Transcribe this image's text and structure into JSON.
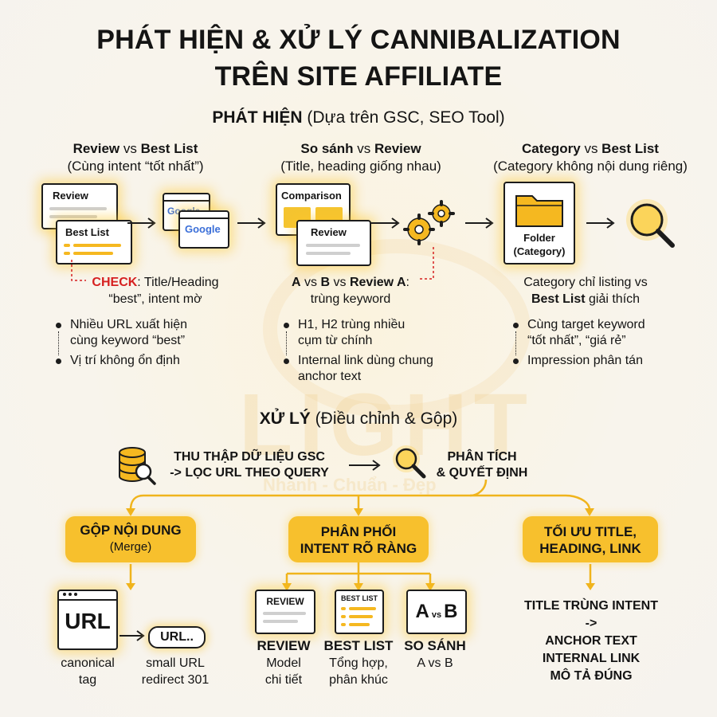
{
  "title_line1": "PHÁT HIỆN & XỬ LÝ CANNIBALIZATION",
  "title_line2": "TRÊN SITE AFFILIATE",
  "detect": {
    "heading": "PHÁT HIỆN",
    "heading_note": "(Dựa trên GSC, SEO Tool)",
    "col1": {
      "h_a": "Review",
      "h_vs": "vs",
      "h_b": "Best List",
      "sub": "(Cùng intent “tốt nhất”)",
      "card_review": "Review",
      "card_bestlist": "Best List",
      "google_label": "Google",
      "check_label": "CHECK",
      "check_text": ": Title/Heading",
      "check_text2": "“best”, intent mờ",
      "bullets": [
        "Nhiều URL xuất hiện",
        "cùng keyword “best”",
        "Vị trí không ổn định"
      ]
    },
    "col2": {
      "h_a": "So sánh",
      "h_vs": "vs",
      "h_b": "Review",
      "sub": "(Title, heading giống nhau)",
      "card_comparison": "Comparison",
      "card_review": "Review",
      "note_a": "A",
      "note_vs1": "vs",
      "note_b": "B",
      "note_vs2": "vs",
      "note_review": "Review A",
      "note_colon": ":",
      "note_line2": "trùng keyword",
      "bullets": [
        "H1, H2 trùng nhiều",
        "cụm từ chính",
        "Internal link dùng chung",
        "anchor text"
      ]
    },
    "col3": {
      "h_a": "Category",
      "h_vs": "vs",
      "h_b": "Best List",
      "sub": "(Category không nội dung riêng)",
      "folder_l1": "Folder",
      "folder_l2": "(Category)",
      "note_line1": "Category chỉ listing vs",
      "note_b": "Best List",
      "note_rest": " giải thích",
      "bullets": [
        "Cùng target keyword",
        "“tốt nhất”, “giá rẻ”",
        "Impression phân tán"
      ]
    }
  },
  "process": {
    "heading": "XỬ LÝ",
    "heading_note": "(Điều chỉnh & Gộp)",
    "step1_l1": "THU THẬP DỮ LIỆU GSC",
    "step1_l2": "-> LỌC URL THEO QUERY",
    "step2_l1": "PHÂN TÍCH",
    "step2_l2": "& QUYẾT ĐỊNH",
    "merge": {
      "pill_l1": "GỘP NỘI DUNG",
      "pill_l2": "(Merge)",
      "url_big": "URL",
      "url_small": "URL..",
      "cap1_l1": "canonical",
      "cap1_l2": "tag",
      "cap2_l1": "small URL",
      "cap2_l2": "redirect 301"
    },
    "intent": {
      "pill_l1": "PHÂN PHỐI",
      "pill_l2": "INTENT RÕ RÀNG",
      "icon_review": "REVIEW",
      "icon_bestlist": "BEST LIST",
      "icon_a": "A",
      "icon_vs": "vs",
      "icon_b": "B",
      "lab1": "REVIEW",
      "lab1_s1": "Model",
      "lab1_s2": "chi tiết",
      "lab2": "BEST LIST",
      "lab2_s1": "Tổng hợp,",
      "lab2_s2": "phân khúc",
      "lab3": "SO SÁNH",
      "lab3_s1": "A vs B"
    },
    "optimize": {
      "pill_l1": "TỐI ƯU TITLE,",
      "pill_l2": "HEADING, LINK",
      "l1": "TITLE TRÙNG INTENT",
      "l2": "->",
      "l3": "ANCHOR TEXT",
      "l4": "INTERNAL LINK",
      "l5": "MÔ TẢ ĐÚNG"
    }
  },
  "watermark": {
    "big": "LIGHT",
    "tag": "Nhanh - Chuẩn - Đẹp"
  },
  "colors": {
    "accent": "#f7c02d",
    "check_red": "#d62020",
    "ink": "#141414"
  }
}
